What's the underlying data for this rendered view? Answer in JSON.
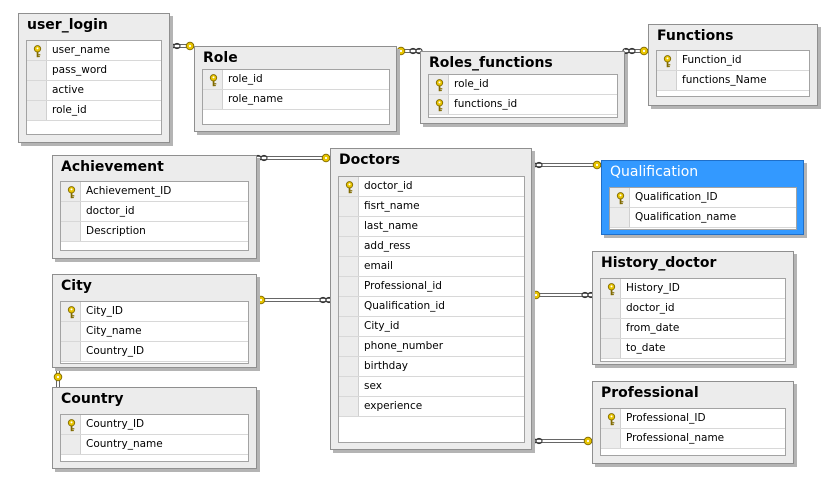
{
  "tables": {
    "user_login": {
      "title": "user_login",
      "columns": [
        {
          "name": "user_name",
          "pk": true
        },
        {
          "name": "pass_word",
          "pk": false
        },
        {
          "name": "active",
          "pk": false
        },
        {
          "name": "role_id",
          "pk": false
        }
      ]
    },
    "role": {
      "title": "Role",
      "columns": [
        {
          "name": "role_id",
          "pk": true
        },
        {
          "name": "role_name",
          "pk": false
        }
      ]
    },
    "roles_functions": {
      "title": "Roles_functions",
      "columns": [
        {
          "name": "role_id",
          "pk": true
        },
        {
          "name": "functions_id",
          "pk": true
        }
      ]
    },
    "functions": {
      "title": "Functions",
      "columns": [
        {
          "name": "Function_id",
          "pk": true
        },
        {
          "name": "functions_Name",
          "pk": false
        }
      ]
    },
    "achievement": {
      "title": "Achievement",
      "columns": [
        {
          "name": "Achievement_ID",
          "pk": true
        },
        {
          "name": "doctor_id",
          "pk": false
        },
        {
          "name": "Description",
          "pk": false
        }
      ]
    },
    "doctors": {
      "title": "Doctors",
      "columns": [
        {
          "name": "doctor_id",
          "pk": true
        },
        {
          "name": "fisrt_name",
          "pk": false
        },
        {
          "name": "last_name",
          "pk": false
        },
        {
          "name": "add_ress",
          "pk": false
        },
        {
          "name": "email",
          "pk": false
        },
        {
          "name": "Professional_id",
          "pk": false
        },
        {
          "name": "Qualification_id",
          "pk": false
        },
        {
          "name": "City_id",
          "pk": false
        },
        {
          "name": "phone_number",
          "pk": false
        },
        {
          "name": "birthday",
          "pk": false
        },
        {
          "name": "sex",
          "pk": false
        },
        {
          "name": "experience",
          "pk": false
        }
      ]
    },
    "qualification": {
      "title": "Qualification",
      "columns": [
        {
          "name": "Qualification_ID",
          "pk": true
        },
        {
          "name": "Qualification_name",
          "pk": false
        }
      ]
    },
    "city": {
      "title": "City",
      "columns": [
        {
          "name": "City_ID",
          "pk": true
        },
        {
          "name": "City_name",
          "pk": false
        },
        {
          "name": "Country_ID",
          "pk": false
        }
      ]
    },
    "history_doctor": {
      "title": "History_doctor",
      "columns": [
        {
          "name": "History_ID",
          "pk": true
        },
        {
          "name": "doctor_id",
          "pk": false
        },
        {
          "name": "from_date",
          "pk": false
        },
        {
          "name": "to_date",
          "pk": false
        }
      ]
    },
    "country": {
      "title": "Country",
      "columns": [
        {
          "name": "Country_ID",
          "pk": true
        },
        {
          "name": "Country_name",
          "pk": false
        }
      ]
    },
    "professional": {
      "title": "Professional",
      "columns": [
        {
          "name": "Professional_ID",
          "pk": true
        },
        {
          "name": "Professional_name",
          "pk": false
        }
      ]
    }
  },
  "colors": {
    "selected_header": "#3399ff",
    "key_icon": "#e8c400",
    "connector": "#666666"
  }
}
